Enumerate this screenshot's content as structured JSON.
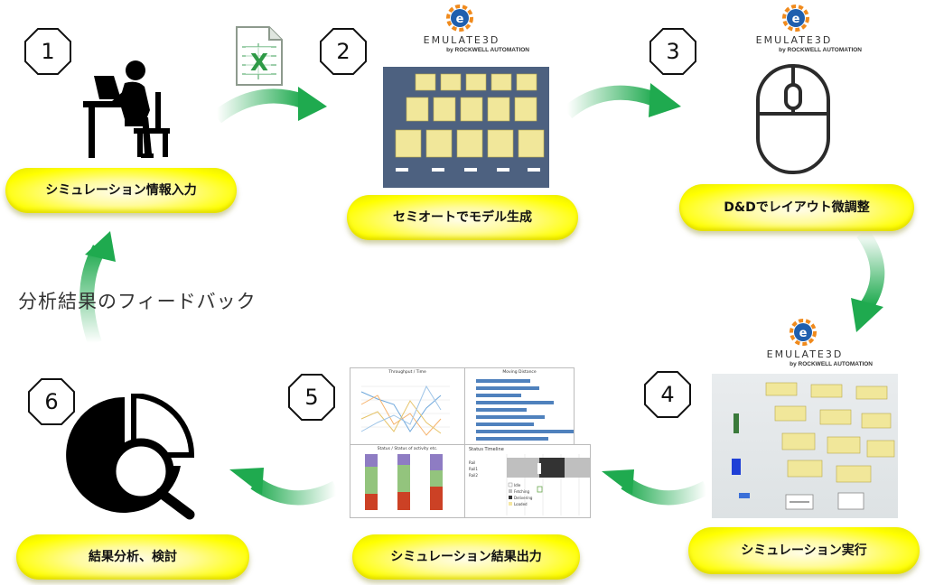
{
  "steps": [
    {
      "number": "1",
      "label": "シミュレーション情報入力"
    },
    {
      "number": "2",
      "label": "セミオートでモデル生成"
    },
    {
      "number": "3",
      "label": "D&Dでレイアウト微調整"
    },
    {
      "number": "4",
      "label": "シミュレーション実行"
    },
    {
      "number": "5",
      "label": "シミュレーション結果出力"
    },
    {
      "number": "6",
      "label": "結果分析、検討"
    }
  ],
  "feedback_label": "分析結果のフィードバック",
  "brand": {
    "name": "EMULATE3D",
    "byline": "by ROCKWELL AUTOMATION"
  },
  "excel_letter": "X",
  "mini_charts": {
    "throughput_title": "Throughput / Time",
    "moving_distance_title": "Moving Distance",
    "status_title": "Status / Status of activity etc.",
    "timeline_title": "Status Timeline",
    "timeline_rows": [
      "Rail",
      "Rail1",
      "Rail2"
    ],
    "timeline_legend": [
      "Idle",
      "Fetching",
      "Delivering",
      "Loaded"
    ]
  },
  "colors": {
    "pill_yellow": "#ffff00",
    "arrow_green": "#1faa4f",
    "brand_blue": "#1f5fae",
    "brand_orange": "#f08a1c"
  }
}
